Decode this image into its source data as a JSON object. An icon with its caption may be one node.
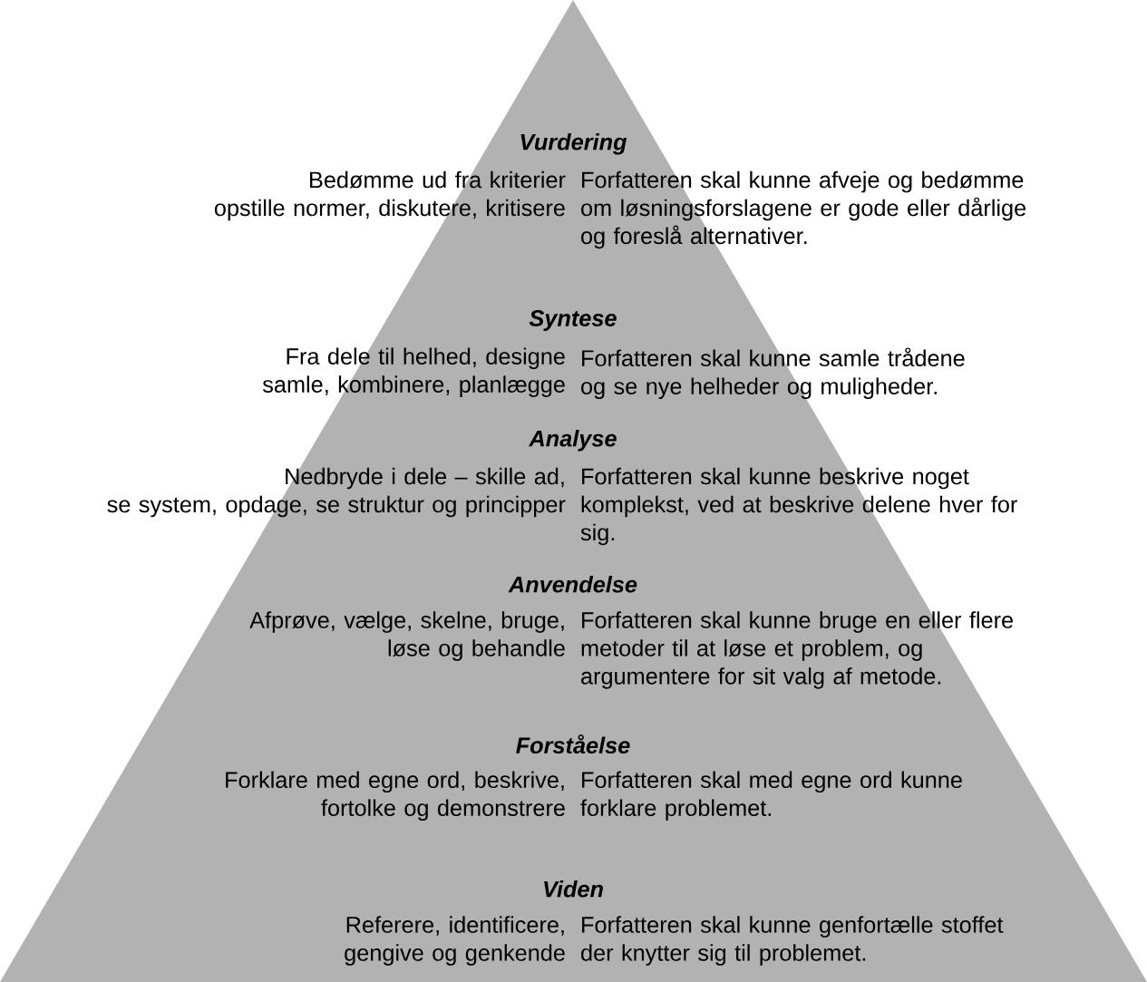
{
  "diagram": {
    "nodes": [
      {
        "text": [],
        "shape": "triangle"
      },
      {
        "text": [
          "Vurdering",
          "Bedømme ud fra kriterier",
          "opstille normer, diskutere, kritisere",
          "Forfatteren skal kunne afveje og bedømme om løsningsforslagene er gode eller dårlige og foreslå alternativer."
        ],
        "in": 0
      },
      {
        "text": [
          "Syntese",
          "Fra dele til helhed, designe",
          "samle, kombinere, planlægge",
          "Forfatteren skal kunne samle trådene og se nye helheder og muligheder."
        ],
        "in": 0
      },
      {
        "text": [
          "Analyse",
          "Nedbryde i dele – skille ad,",
          "se system, opdage, se struktur og principper",
          "Forfatteren skal kunne beskrive noget komplekst, ved at beskrive delene hver for sig."
        ],
        "in": 0
      },
      {
        "text": [
          "Anvendelse",
          "Afprøve, vælge, skelne, bruge,",
          "løse og behandle",
          "Forfatteren skal kunne bruge en eller flere metoder til at løse et problem, og argumentere for sit valg af metode."
        ],
        "in": 0
      },
      {
        "text": [
          "Forståelse",
          "Forklare med egne ord, beskrive,",
          "fortolke og demonstrere",
          "Forfatteren skal med egne ord kunne forklare problemet."
        ],
        "in": 0
      },
      {
        "text": [
          "Viden",
          "Referere, identificere,",
          "gengive og genkende",
          "Forfatteren skal kunne genfortælle stoffet der knytter sig til problemet."
        ],
        "in": 0
      }
    ]
  }
}
